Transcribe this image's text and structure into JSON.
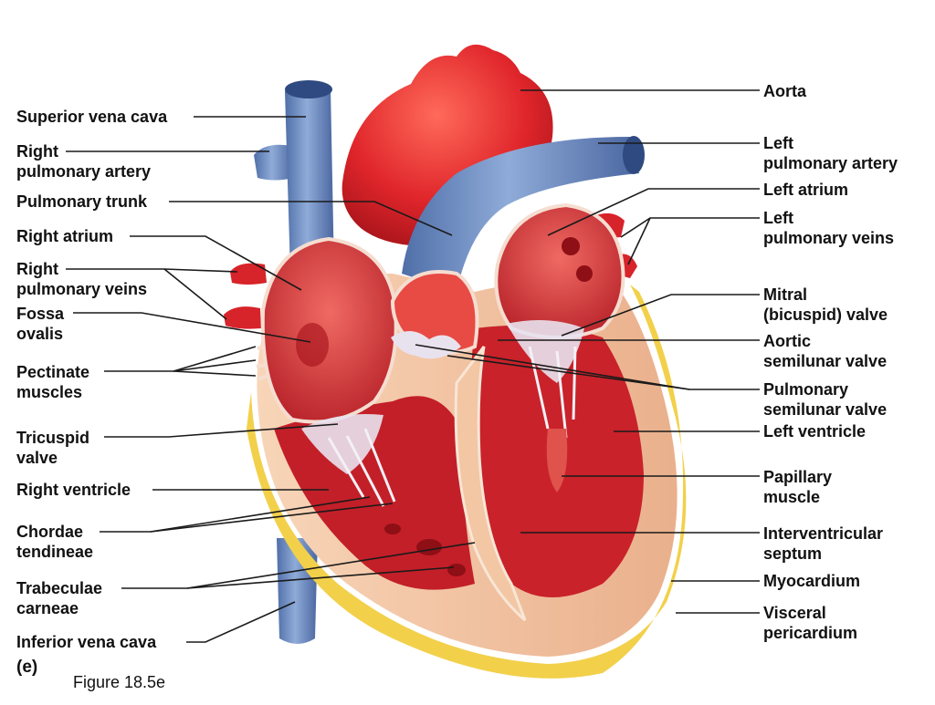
{
  "figure": {
    "panel": "(e)",
    "caption": "Figure 18.5e"
  },
  "labels": {
    "superior_vena_cava": [
      "Superior vena cava"
    ],
    "right_pulmonary_artery": [
      "Right",
      "pulmonary artery"
    ],
    "pulmonary_trunk": [
      "Pulmonary trunk"
    ],
    "right_atrium": [
      "Right atrium"
    ],
    "right_pulmonary_veins": [
      "Right",
      "pulmonary veins"
    ],
    "fossa_ovalis": [
      "Fossa",
      "ovalis"
    ],
    "pectinate_muscles": [
      "Pectinate",
      "muscles"
    ],
    "tricuspid_valve": [
      "Tricuspid",
      "valve"
    ],
    "right_ventricle": [
      "Right ventricle"
    ],
    "chordae_tendineae": [
      "Chordae",
      "tendineae"
    ],
    "trabeculae_carneae": [
      "Trabeculae",
      "carneae"
    ],
    "inferior_vena_cava": [
      "Inferior vena cava"
    ],
    "aorta": [
      "Aorta"
    ],
    "left_pulmonary_artery": [
      "Left",
      "pulmonary artery"
    ],
    "left_atrium": [
      "Left atrium"
    ],
    "left_pulmonary_veins": [
      "Left",
      "pulmonary veins"
    ],
    "mitral_valve": [
      "Mitral",
      "(bicuspid) valve"
    ],
    "aortic_semilunar_valve": [
      "Aortic",
      "semilunar valve"
    ],
    "pulmonary_semilunar_valve": [
      "Pulmonary",
      "semilunar valve"
    ],
    "left_ventricle": [
      "Left ventricle"
    ],
    "papillary_muscle": [
      "Papillary",
      "muscle"
    ],
    "interventricular_septum": [
      "Interventricular",
      "septum"
    ],
    "myocardium": [
      "Myocardium"
    ],
    "visceral_pericardium": [
      "Visceral",
      "pericardium"
    ]
  },
  "colors": {
    "vein_blue": "#6f8fc4",
    "artery_red": "#e0262b",
    "myocardium_peach": "#f3c6a4",
    "chamber_red": "#c9222a",
    "valve_white": "#e8e2ee",
    "fat_yellow": "#f2d04a"
  }
}
